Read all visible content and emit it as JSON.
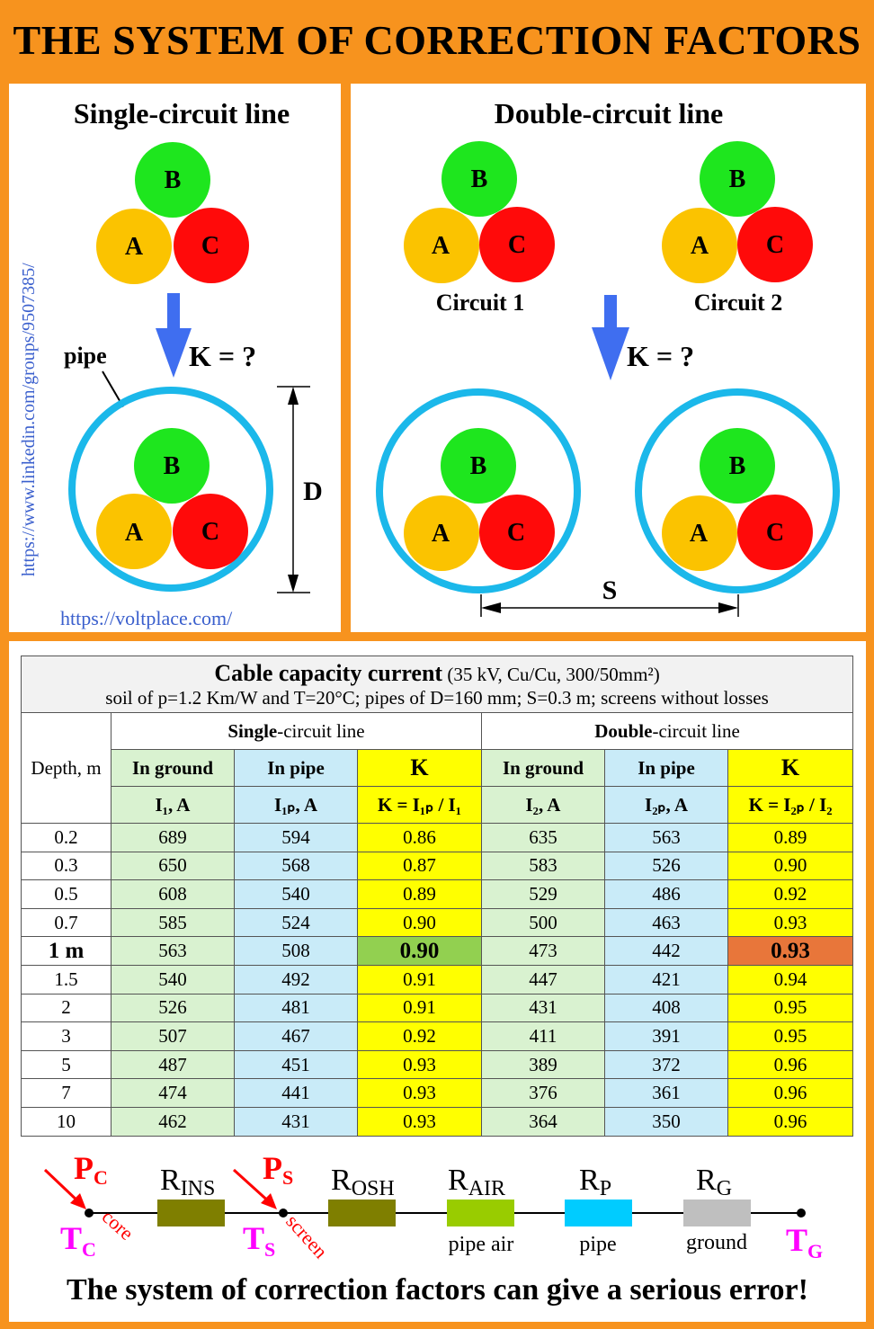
{
  "title": "THE SYSTEM OF CORRECTION FACTORS",
  "left_panel": {
    "heading": "Single-circuit line",
    "pipe_label": "pipe",
    "k_label": "K = ?",
    "dim_label": "D",
    "vertical_url": "https://www.linkedin.com/groups/9507385/",
    "url": "https://voltplace.com/"
  },
  "right_panel": {
    "heading": "Double-circuit line",
    "circuit1": "Circuit 1",
    "circuit2": "Circuit 2",
    "k_label": "K = ?",
    "spacing_label": "S"
  },
  "phases": {
    "a": "A",
    "b": "B",
    "c": "C"
  },
  "colors": {
    "background": "#f7931e",
    "phase_a": "#fbc300",
    "phase_b": "#1ee61e",
    "phase_c": "#ff0a0a",
    "pipe": "#1bb8ea",
    "arrow": "#3f6ef0",
    "ground_cell": "#d9f2d0",
    "pipe_cell": "#c9ebf8",
    "k_cell": "#ffff00",
    "highlight_single": "#92d050",
    "highlight_double": "#e8763a"
  },
  "table": {
    "title_bold": "Cable capacity current",
    "title_normal": "(35 kV, Cu/Cu, 300/50mm²)",
    "conditions": "soil of p=1.2 Km/W and T=20°C;   pipes of D=160 mm;   S=0.3 m;   screens without losses",
    "depth_header": "Depth, m",
    "single_group_bold": "Single",
    "single_group_rest": "-circuit line",
    "double_group_bold": "Double",
    "double_group_rest": "-circuit line",
    "col_in_ground": "In ground",
    "col_in_pipe": "In pipe",
    "col_k": "K",
    "unit_i1": "I₁, A",
    "unit_i1p": "I₁ₚ, A",
    "unit_k1": "K = I₁ₚ / I₁",
    "unit_i2": "I₂, A",
    "unit_i2p": "I₂ₚ, A",
    "unit_k2": "K = I₂ₚ / I₂",
    "rows": [
      {
        "depth": "0.2",
        "i1": "689",
        "i1p": "594",
        "k1": "0.86",
        "i2": "635",
        "i2p": "563",
        "k2": "0.89"
      },
      {
        "depth": "0.3",
        "i1": "650",
        "i1p": "568",
        "k1": "0.87",
        "i2": "583",
        "i2p": "526",
        "k2": "0.90"
      },
      {
        "depth": "0.5",
        "i1": "608",
        "i1p": "540",
        "k1": "0.89",
        "i2": "529",
        "i2p": "486",
        "k2": "0.92"
      },
      {
        "depth": "0.7",
        "i1": "585",
        "i1p": "524",
        "k1": "0.90",
        "i2": "500",
        "i2p": "463",
        "k2": "0.93"
      },
      {
        "depth": "1 m",
        "i1": "563",
        "i1p": "508",
        "k1": "0.90",
        "i2": "473",
        "i2p": "442",
        "k2": "0.93",
        "highlight": true
      },
      {
        "depth": "1.5",
        "i1": "540",
        "i1p": "492",
        "k1": "0.91",
        "i2": "447",
        "i2p": "421",
        "k2": "0.94"
      },
      {
        "depth": "2",
        "i1": "526",
        "i1p": "481",
        "k1": "0.91",
        "i2": "431",
        "i2p": "408",
        "k2": "0.95"
      },
      {
        "depth": "3",
        "i1": "507",
        "i1p": "467",
        "k1": "0.92",
        "i2": "411",
        "i2p": "391",
        "k2": "0.95"
      },
      {
        "depth": "5",
        "i1": "487",
        "i1p": "451",
        "k1": "0.93",
        "i2": "389",
        "i2p": "372",
        "k2": "0.96"
      },
      {
        "depth": "7",
        "i1": "474",
        "i1p": "441",
        "k1": "0.93",
        "i2": "376",
        "i2p": "361",
        "k2": "0.96"
      },
      {
        "depth": "10",
        "i1": "462",
        "i1p": "431",
        "k1": "0.93",
        "i2": "364",
        "i2p": "350",
        "k2": "0.96"
      }
    ]
  },
  "thermal_circuit": {
    "p_core": "P",
    "p_core_sub": "C",
    "t_core": "T",
    "t_core_sub": "C",
    "core_label": "core",
    "r_ins": "R",
    "r_ins_sub": "INS",
    "p_screen": "P",
    "p_screen_sub": "S",
    "t_screen": "T",
    "t_screen_sub": "S",
    "screen_label": "screen",
    "r_osh": "R",
    "r_osh_sub": "OSH",
    "r_air": "R",
    "r_air_sub": "AIR",
    "air_label": "pipe air",
    "r_p": "R",
    "r_p_sub": "P",
    "pipe_label": "pipe",
    "r_g": "R",
    "r_g_sub": "G",
    "ground_label": "ground",
    "t_ground": "T",
    "t_ground_sub": "G",
    "colors": {
      "ins": "#7f7f00",
      "osh": "#7f7f00",
      "air": "#99cc00",
      "pipe": "#00ccff",
      "ground": "#bfbfbf",
      "heat": "#ff0000",
      "temp": "#ff00ff"
    }
  },
  "footer": "The system of correction factors can give a serious error!"
}
